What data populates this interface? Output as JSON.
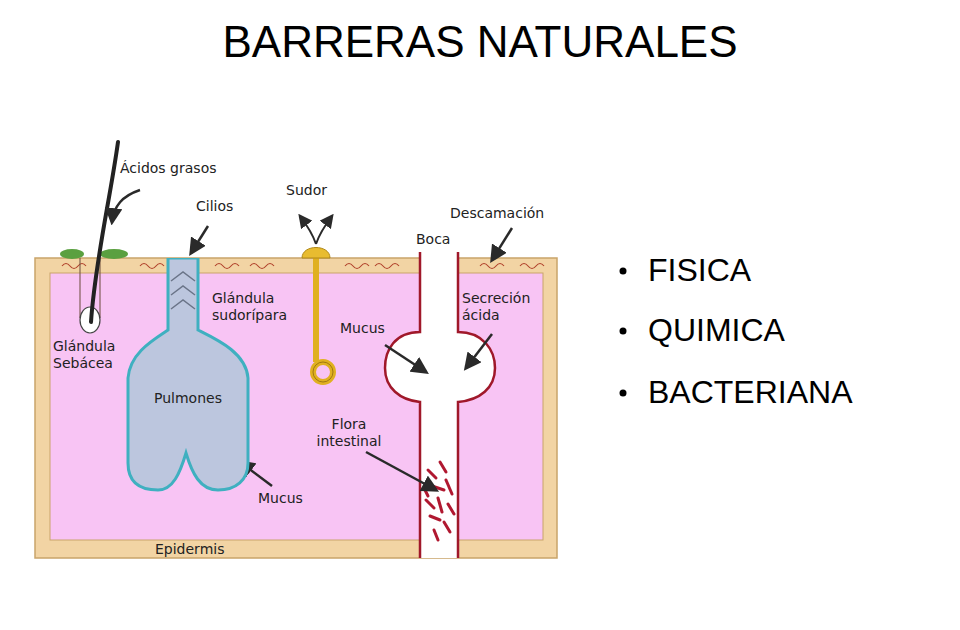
{
  "diagram": {
    "title": "BARRERAS NATURALES",
    "nodes": [
      {
        "text": [
          "Epidermis"
        ]
      },
      {
        "text": [
          "Pulmones"
        ],
        "in": 0
      }
    ],
    "labels": [
      "Ácidos grasos",
      "Cilios",
      "Sudor",
      "Descamación",
      "Boca",
      "Glándula Sebácea",
      "Glándula sudorípara",
      "Mucus",
      "Secreción ácida",
      "Flora intestinal",
      "Mucus",
      "FISICA",
      "QUIMICA",
      "BACTERIANA"
    ]
  }
}
